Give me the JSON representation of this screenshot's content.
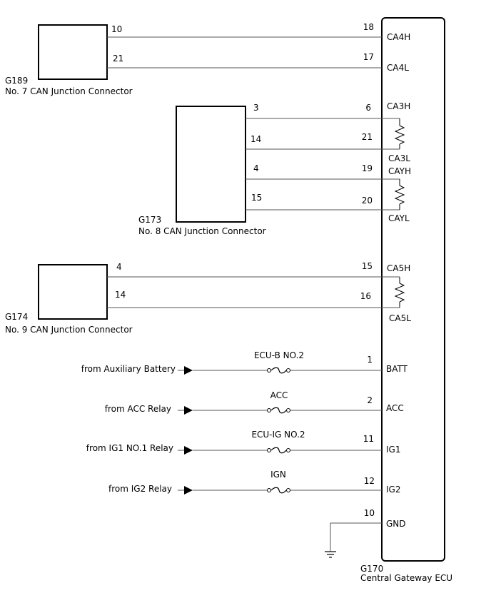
{
  "ecu": {
    "id": "G170",
    "name": "Central Gateway ECU",
    "pins": [
      {
        "num": "18",
        "name": "CA4H"
      },
      {
        "num": "17",
        "name": "CA4L"
      },
      {
        "num": "6",
        "name": "CA3H"
      },
      {
        "num": "21",
        "name": "CA3L"
      },
      {
        "num": "19",
        "name": "CAYH"
      },
      {
        "num": "20",
        "name": "CAYL"
      },
      {
        "num": "15",
        "name": "CA5H"
      },
      {
        "num": "16",
        "name": "CA5L"
      },
      {
        "num": "1",
        "name": "BATT"
      },
      {
        "num": "2",
        "name": "ACC"
      },
      {
        "num": "11",
        "name": "IG1"
      },
      {
        "num": "12",
        "name": "IG2"
      },
      {
        "num": "10",
        "name": "GND"
      }
    ]
  },
  "connectors": [
    {
      "id": "G189",
      "name": "No. 7 CAN Junction Connector",
      "pins": [
        "10",
        "21"
      ]
    },
    {
      "id": "G173",
      "name": "No. 8 CAN Junction Connector",
      "pins": [
        "3",
        "14",
        "4",
        "15"
      ]
    },
    {
      "id": "G174",
      "name": "No. 9 CAN Junction Connector",
      "pins": [
        "4",
        "14"
      ]
    }
  ],
  "power_inputs": [
    {
      "source": "from Auxiliary Battery",
      "fuse": "ECU-B NO.2"
    },
    {
      "source": "from ACC Relay",
      "fuse": "ACC"
    },
    {
      "source": "from IG1 NO.1 Relay",
      "fuse": "ECU-IG NO.2"
    },
    {
      "source": "from IG2 Relay",
      "fuse": "IGN"
    }
  ]
}
